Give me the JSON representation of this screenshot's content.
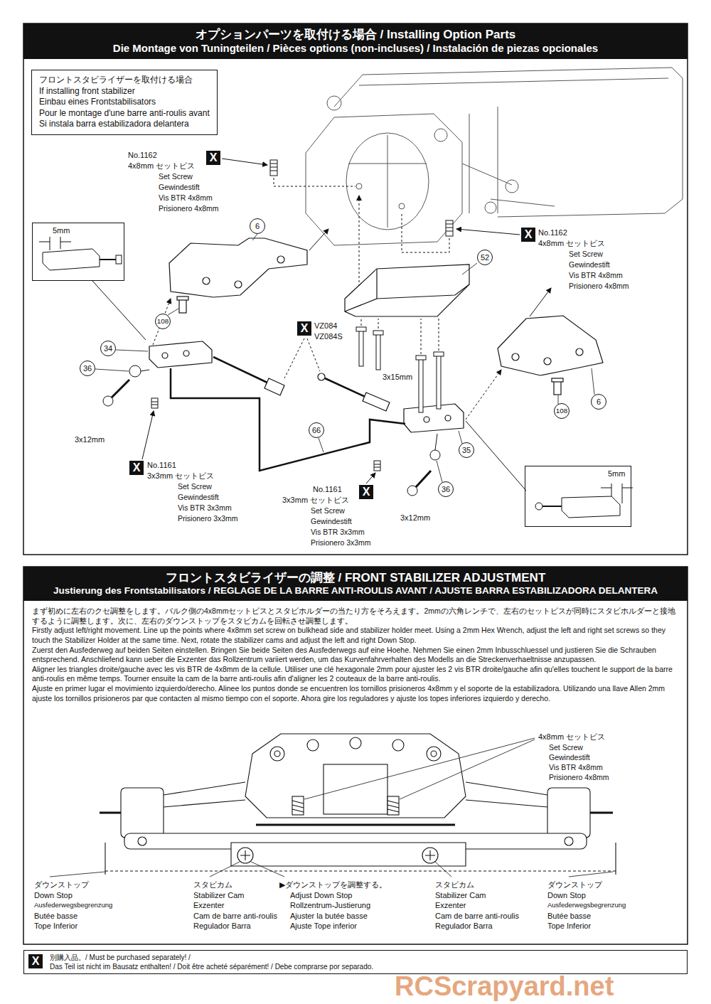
{
  "diagram": {
    "nodes": [
      {
        "text": [
          "オプションパーツを取付ける場合 / Installing Option Parts",
          "Die Montage von Tuningteilen / Pièces options (non-incluses) / Instalación de piezas opcionales"
        ]
      },
      {
        "text": [
          "フロントスタビライザーを取付ける場合",
          "If installing front stabilizer",
          "Einbau eines Frontstabilisators",
          "Pour le montage d'une barre anti-roulis avant",
          "Si instala barra estabilizadora delantera"
        ]
      },
      {
        "text": [
          "5mm"
        ]
      },
      {
        "text": [
          "5mm"
        ]
      },
      {
        "text": [
          "X"
        ]
      },
      {
        "text": [
          "X"
        ]
      },
      {
        "text": [
          "X"
        ]
      },
      {
        "text": [
          "X"
        ]
      },
      {
        "text": [
          "X"
        ]
      },
      {
        "text": [
          "6"
        ]
      },
      {
        "text": [
          "108"
        ]
      },
      {
        "text": [
          "34"
        ]
      },
      {
        "text": [
          "36"
        ]
      },
      {
        "text": [
          "52"
        ]
      },
      {
        "text": [
          "66"
        ]
      },
      {
        "text": [
          "35"
        ]
      },
      {
        "text": [
          "36"
        ]
      },
      {
        "text": [
          "108"
        ]
      },
      {
        "text": [
          "6"
        ]
      },
      {
        "text": [
          "フロントスタビライザーの調整 / FRONT STABILIZER ADJUSTMENT",
          "Justierung des Frontstabilisators / REGLAGE DE LA BARRE ANTI-ROULIS AVANT / AJUSTE BARRA ESTABILIZADORA DELANTERA"
        ]
      },
      {
        "text": [
          "別購入品。/  Must be purchased separately! /",
          "Das Teil ist nicht im Bausatz enthalten! / Doit être acheté séparément! / Debe comprarse por separado."
        ]
      },
      {
        "text": [
          "X"
        ],
        "in": 20
      }
    ],
    "labels": [
      "No.1162",
      "4x8mm セットビス",
      "Set Screw",
      "Gewindestift",
      "Vis BTR 4x8mm",
      "Prisionero 4x8mm",
      "No.1162",
      "4x8mm セットビス",
      "Set Screw",
      "Gewindestift",
      "Vis BTR 4x8mm",
      "Prisionero 4x8mm",
      "VZ084",
      "VZ084S",
      "3x15mm",
      "3x12mm",
      "3x12mm",
      "No.1161",
      "3x3mm セットビス",
      "Set Screw",
      "Gewindestift",
      "Vis BTR 3x3mm",
      "Prisionero 3x3mm",
      "No.1161",
      "3x3mm セットビス",
      "Set Screw",
      "Gewindestift",
      "Vis BTR 3x3mm",
      "Prisionero 3x3mm",
      "まず初めに左右のクセ調整をします。バルク側の4x8mmセットビスとスタビホルダーの当たり方をそろえます。2mmの六角レンチで、左右のセットビスが同時にスタビホルダーと接地するように調整します。次に、左右のダウンストップをスタビカムを回転させ調整します。",
      "Firstly adjust left/right movement. Line up the points where 4x8mm set screw on bulkhead side and stabilizer holder meet. Using a 2mm Hex Wrench, adjust the left and right set screws so they touch the Stabilizer Holder at the same time. Next, rotate the stabilizer cams and adjust the left and right Down Stop.",
      "Zuerst den Ausfederweg auf beiden Seiten einstellen. Bringen Sie beide Seiten des Ausfederwegs auf eine Hoehe. Nehmen Sie einen 2mm Inbusschluessel und justieren Sie die Schrauben entsprechend. Anschliefend kann ueber die Exzenter das Rollzentrum variiert werden, um das Kurvenfahrverhalten des Modells an die Streckenverhaeltnisse anzupassen.",
      "Aligner les triangles droite/gauche avec les vis BTR de 4x8mm de la cellule. Utiliser une clé hexagonale 2mm pour ajuster les 2 vis BTR droite/gauche afin qu'elles touchent le support de la barre anti-roulis en même temps. Tourner ensuite la cam de la barre anti-roulis afin d'aligner les 2 couteaux de la barre anti-roulis.",
      "Ajuste en primer lugar el movimiento izquierdo/derecho. Alinee los puntos donde se encuentren los tornillos prisioneros 4x8mm y el soporte de la estabilizadora. Utilizando una llave Allen 2mm ajuste los tornillos prisioneros par que contacten al mismo tiempo con el soporte. Ahora gire los reguladores y ajuste los topes inferiores izquierdo y derecho.",
      "4x8mm セットビス",
      "Set Screw",
      "Gewindestift",
      "Vis BTR 4x8mm",
      "Prisionero 4x8mm",
      "ダウンストップ",
      "Down Stop",
      "Ausfederwegsbegrenzung",
      "Butée basse",
      "Tope Inferior",
      "スタビカム",
      "Stabilizer Cam",
      "Exzenter",
      "Cam de barre anti-roulis",
      "Regulador Barra",
      "▶ダウンストップを調整する。",
      "Adjust Down Stop",
      "Rollzentrum-Justierung",
      "Ajuster la butée basse",
      "Ajuste Tope inferior",
      "スタビカム",
      "Stabilizer Cam",
      "Exzenter",
      "Cam de barre anti-roulis",
      "Regulador Barra",
      "ダウンストップ",
      "Down Stop",
      "Ausfederwegsbegrenzung",
      "Butée basse",
      "Tope Inferior",
      "RCScrapyard.net"
    ]
  }
}
